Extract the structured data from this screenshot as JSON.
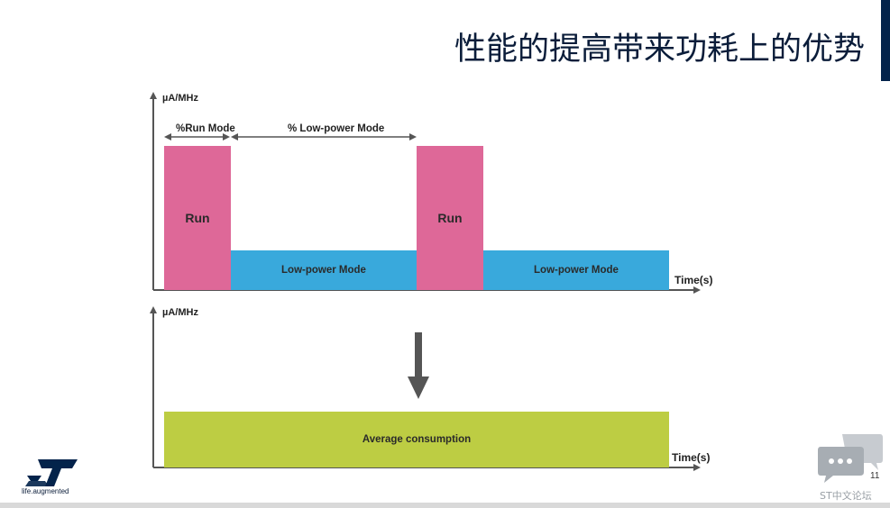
{
  "slide": {
    "title": "性能的提高带来功耗上的优势",
    "page_number": "11",
    "logo_tagline": "life.augmented",
    "forum_label": "ST中文论坛"
  },
  "top_chart": {
    "y_axis_label": "µA/MHz",
    "x_axis_label": "Time(s)",
    "span_run_label": "%Run Mode",
    "span_low_label": "% Low-power Mode",
    "bars": [
      {
        "label": "Run",
        "kind": "run"
      },
      {
        "label": "Low-power Mode",
        "kind": "low"
      },
      {
        "label": "Run",
        "kind": "run"
      },
      {
        "label": "Low-power Mode",
        "kind": "low"
      }
    ]
  },
  "bottom_chart": {
    "y_axis_label": "µA/MHz",
    "x_axis_label": "Time(s)",
    "bar_label": "Average consumption"
  },
  "colors": {
    "run": "#de6898",
    "low_power": "#39a9dc",
    "average": "#bdcd43",
    "axis": "#555555",
    "title": "#0b1d3a"
  }
}
